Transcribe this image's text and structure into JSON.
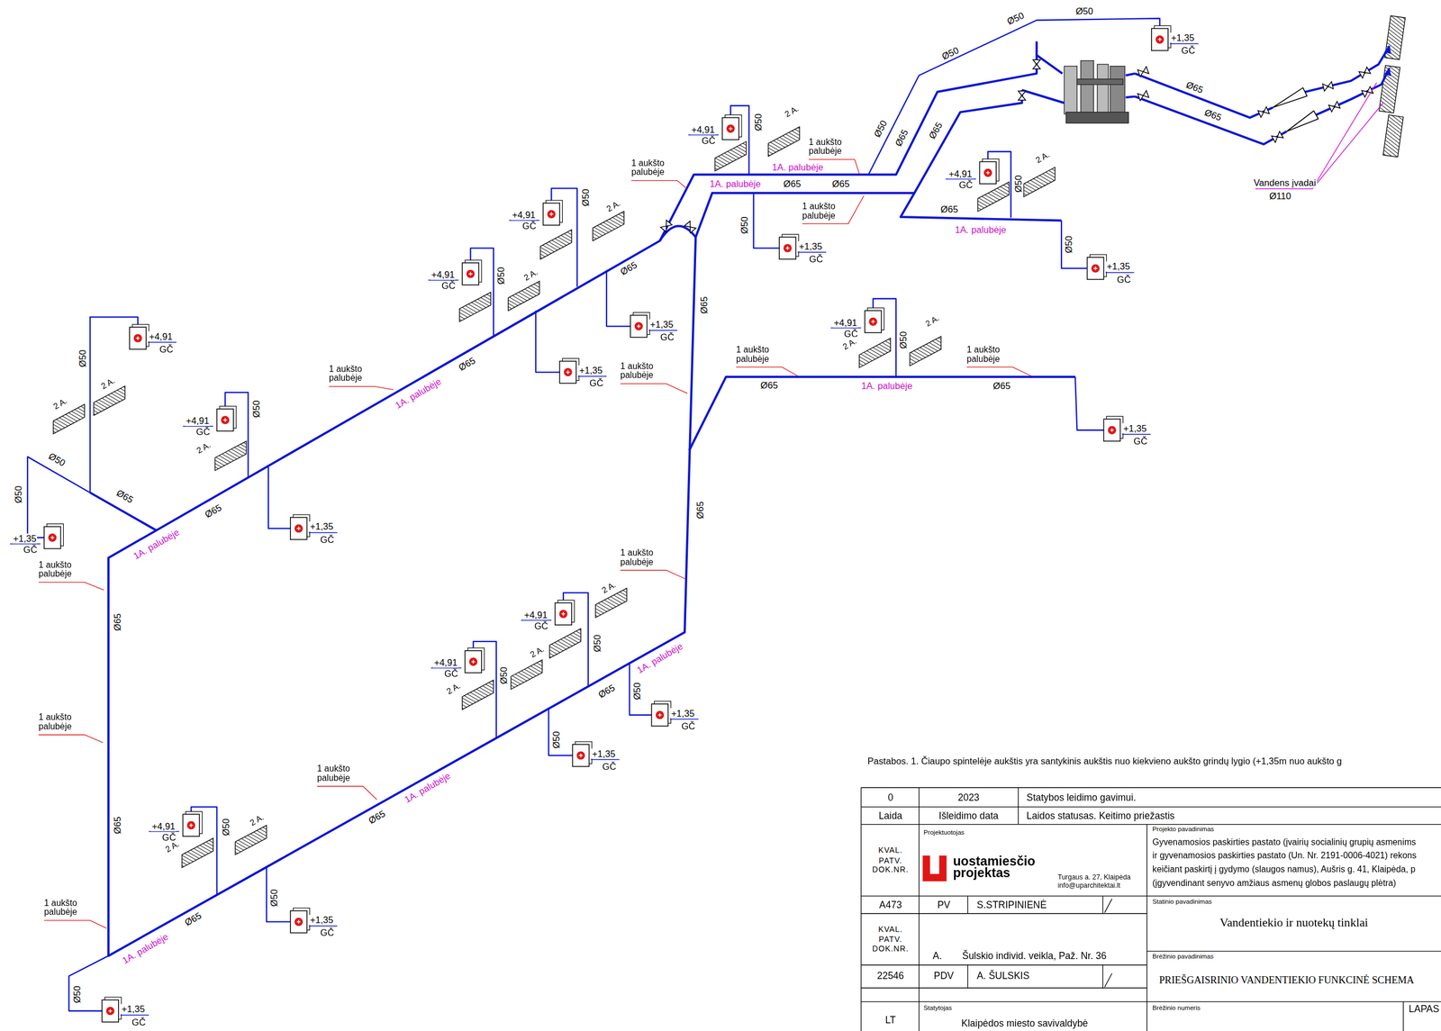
{
  "diagram": {
    "labels": [
      "Ø50",
      "Ø50",
      "Ø50",
      "Ø50",
      "Ø65",
      "Ø65",
      "+1,35",
      "GČ",
      "Ø65",
      "Ø65",
      "Vandens įvadai",
      "Ø110",
      "+4,91",
      "GČ",
      "Ø50",
      "2 A.",
      "1 aukšto palubėje",
      "1A. palubėje",
      "Ø65",
      "1 aukšto palubėje",
      "1A. palubėje",
      "Ø65",
      "1 aukšto palubėje",
      "Ø50",
      "+1,35",
      "GČ",
      "+4,91",
      "GČ",
      "Ø50",
      "2 A.",
      "Ø65",
      "1A. palubėje",
      "Ø50",
      "+1,35",
      "GČ",
      "+4,91",
      "GČ",
      "2 A.",
      "Ø50",
      "2 A.",
      "1 aukšto palubėje",
      "Ø65",
      "1A. palubėje",
      "1 aukšto palubėje",
      "Ø65",
      "+1,35",
      "GČ",
      "Ø65",
      "1 aukšto palubėje",
      "Ø65",
      "1 aukšto palubėje",
      "+4,91",
      "GČ",
      "Ø50",
      "2 A.",
      "+4,91",
      "GČ",
      "Ø50",
      "2 A.",
      "Ø65",
      "+1,35",
      "GČ",
      "Ø65",
      "+1,35",
      "GČ",
      "1 aukšto palubėje",
      "1A. palubėje",
      "+4,91",
      "GČ",
      "Ø50",
      "2 A.",
      "Ø65",
      "+1,35",
      "GČ",
      "1A. palubėje",
      "+4,91",
      "GČ",
      "Ø50",
      "2 A.",
      "2 A.",
      "Ø50",
      "Ø65",
      "Ø50",
      "+1,35",
      "GČ",
      "1 aukšto palubėje",
      "Ø65",
      "1 aukšto palubėje",
      "Ø65",
      "1 aukšto palubėje",
      "1A. palubėje",
      "+4,91",
      "GČ",
      "Ø50",
      "2 A.",
      "+4,91",
      "GČ",
      "Ø50",
      "2 A.",
      "2 A.",
      "Ø65",
      "Ø50",
      "+1,35",
      "GČ",
      "Ø50",
      "+1,35",
      "GČ",
      "1 aukšto palubėje",
      "1A. palubėje",
      "Ø65",
      "+4,91",
      "GČ",
      "Ø50",
      "2 A.",
      "2 A.",
      "Ø50",
      "+1,35",
      "GČ",
      "Ø65",
      "1A. palubėje",
      "Ø50",
      "+1,35",
      "GČ",
      "Pastabos. 1. Čiaupo spintelėje aukštis yra santykinis aukštis nuo kiekvieno aukšto grindų lygio (+1,35m nuo aukšto g",
      "0",
      "2023",
      "Statybos leidimo gavimui.",
      "Laida",
      "Išleidimo data",
      "Laidos statusas. Keitimo priežastis",
      "KVAL. PATV. DOK.NR.",
      "Projektuotojas",
      "uostamiesčio projektas",
      "Turgaus a. 27, Klaipėda",
      "info@uparchitektai.lt",
      "Projekto pavadinimas",
      "Gyvenamosios paskirties pastato (įvairių socialinių grupių asmenims",
      "ir gyvenamosios paskirties pastato (Un. Nr. 2191-0006-4021) rekons",
      "keičiant paskirtį į gydymo (slaugos namus), Aušris g. 41, Klaipėda, p",
      "(įgyvendinant senyvo amžiaus asmenų globos paslaugų plėtra)",
      "A473",
      "PV",
      "S.STRIPINIENĖ",
      "Statinio pavadinimas",
      "Vandentiekio ir nuotekų tinklai",
      "KVAL. PATV. DOK.NR.",
      "A.",
      "Šulskio individ. veikla, Paž. Nr. 36",
      "Brėžinio pavadinimas",
      "22546",
      "PDV",
      "A. ŠULSKIS",
      "PRIEŠGAISRINIO VANDENTIEKIO FUNKCINĖ SCHEMA",
      "LT",
      "Statytojas",
      "Klaipėdos miesto savivaldybė",
      "Brėžinio numeris",
      "LAPAS"
    ]
  }
}
